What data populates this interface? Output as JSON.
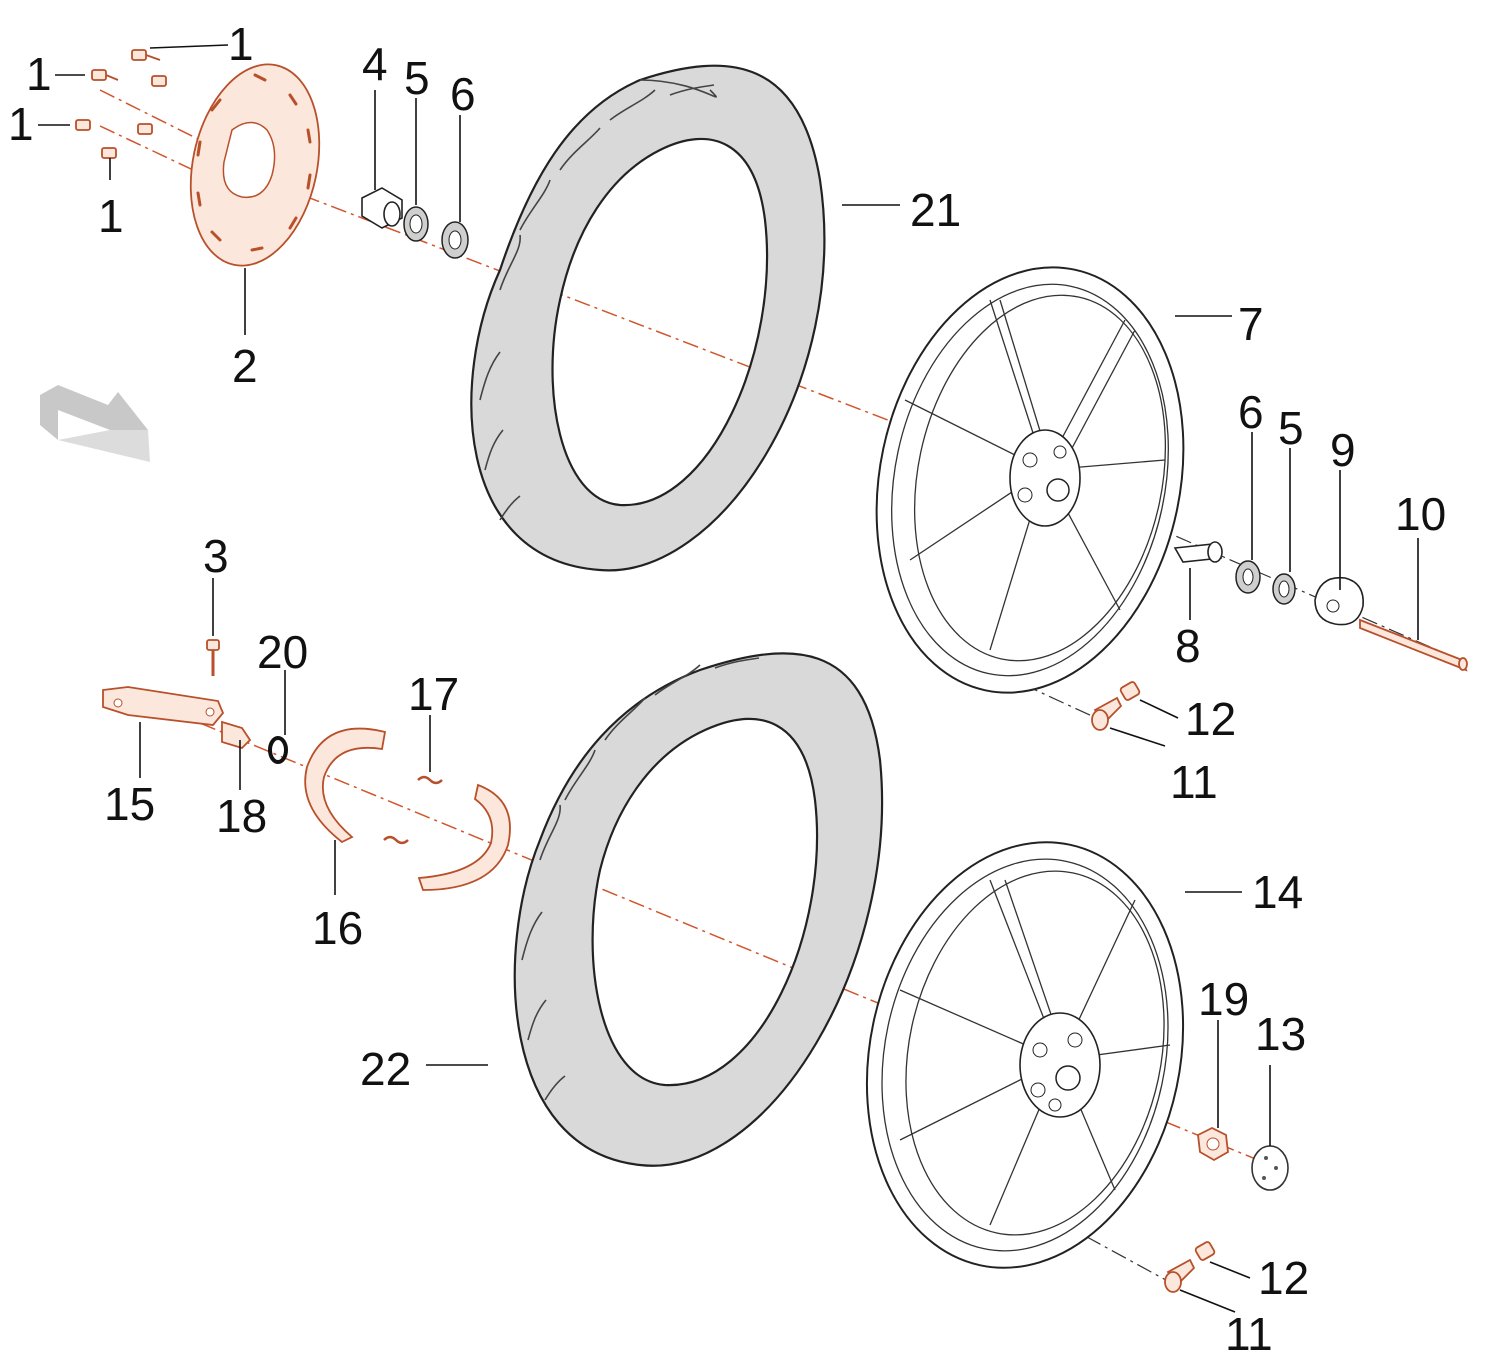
{
  "callouts": [
    {
      "id": "c1a",
      "text": "1"
    },
    {
      "id": "c1b",
      "text": "1"
    },
    {
      "id": "c1c",
      "text": "1"
    },
    {
      "id": "c1d",
      "text": "1"
    },
    {
      "id": "c2",
      "text": "2"
    },
    {
      "id": "c3",
      "text": "3"
    },
    {
      "id": "c4",
      "text": "4"
    },
    {
      "id": "c5a",
      "text": "5"
    },
    {
      "id": "c6a",
      "text": "6"
    },
    {
      "id": "c21",
      "text": "21"
    },
    {
      "id": "c7",
      "text": "7"
    },
    {
      "id": "c6b",
      "text": "6"
    },
    {
      "id": "c5b",
      "text": "5"
    },
    {
      "id": "c9",
      "text": "9"
    },
    {
      "id": "c10",
      "text": "10"
    },
    {
      "id": "c8",
      "text": "8"
    },
    {
      "id": "c12a",
      "text": "12"
    },
    {
      "id": "c11a",
      "text": "11"
    },
    {
      "id": "c20",
      "text": "20"
    },
    {
      "id": "c17",
      "text": "17"
    },
    {
      "id": "c15",
      "text": "15"
    },
    {
      "id": "c18",
      "text": "18"
    },
    {
      "id": "c16",
      "text": "16"
    },
    {
      "id": "c14",
      "text": "14"
    },
    {
      "id": "c19",
      "text": "19"
    },
    {
      "id": "c13",
      "text": "13"
    },
    {
      "id": "c22",
      "text": "22"
    },
    {
      "id": "c12b",
      "text": "12"
    },
    {
      "id": "c11b",
      "text": "11"
    }
  ],
  "colors": {
    "highlight": "#b8502a",
    "axis": "#d0562e",
    "tire": "#d9d9d9",
    "arrow": "#c8c8c8"
  }
}
